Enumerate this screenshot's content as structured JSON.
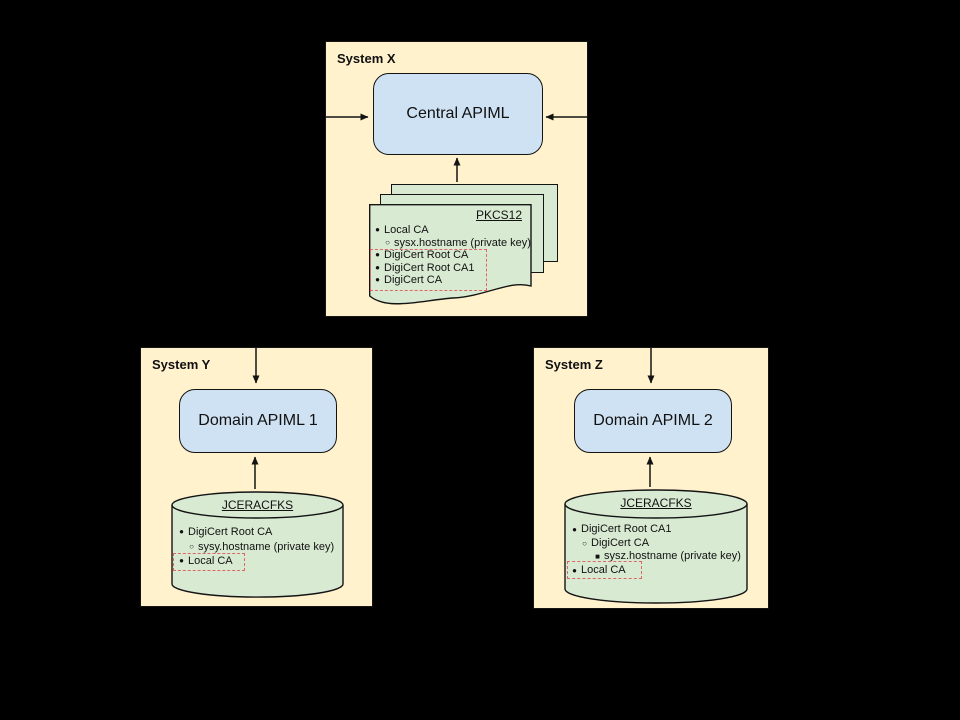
{
  "colors": {
    "background": "#000000",
    "panel_fill": "#fff2cc",
    "node_fill": "#cfe2f3",
    "keystore_fill": "#d9ead3",
    "highlight_dash": "#e06666",
    "stroke": "#141414"
  },
  "system_x": {
    "title": "System X",
    "node_label": "Central APIML",
    "keystore": {
      "name": "PKCS12",
      "items": [
        {
          "bullet": "●",
          "text": "Local CA"
        },
        {
          "bullet": "○",
          "text": "sysx.hostname (private key)"
        },
        {
          "bullet": "●",
          "text": "DigiCert Root CA"
        },
        {
          "bullet": "●",
          "text": "DigiCert Root CA1"
        },
        {
          "bullet": "●",
          "text": "DigiCert CA"
        }
      ]
    }
  },
  "system_y": {
    "title": "System Y",
    "node_label": "Domain APIML 1",
    "keystore": {
      "name": "JCERACFKS",
      "items": [
        {
          "bullet": "●",
          "text": "DigiCert Root CA"
        },
        {
          "bullet": "○",
          "text": "sysy.hostname (private key)"
        },
        {
          "bullet": "●",
          "text": "Local CA"
        }
      ]
    }
  },
  "system_z": {
    "title": "System Z",
    "node_label": "Domain APIML 2",
    "keystore": {
      "name": "JCERACFKS",
      "items": [
        {
          "bullet": "●",
          "text": "DigiCert Root CA1"
        },
        {
          "bullet": "○",
          "text": "DigiCert CA"
        },
        {
          "bullet": "■",
          "text": "sysz.hostname (private key)"
        },
        {
          "bullet": "●",
          "text": "Local CA"
        }
      ]
    }
  }
}
